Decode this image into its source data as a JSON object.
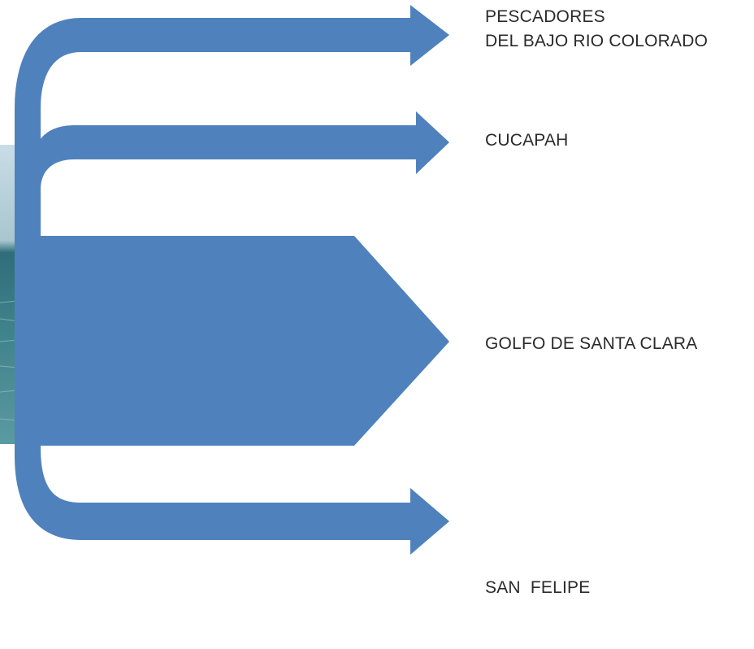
{
  "colors": {
    "arrow_fill": "#4f81bd",
    "photo_sky": "#b9d3dd",
    "photo_sea": "#3f7f86",
    "label_text": "#2a2a2a"
  },
  "destinations": [
    {
      "line1": "PESCADORES",
      "line2": "DEL BAJO RIO COLORADO"
    },
    {
      "line1": "CUCAPAH"
    },
    {
      "line1": "GOLFO DE SANTA CLARA"
    },
    {
      "line1": "SAN  FELIPE"
    }
  ]
}
